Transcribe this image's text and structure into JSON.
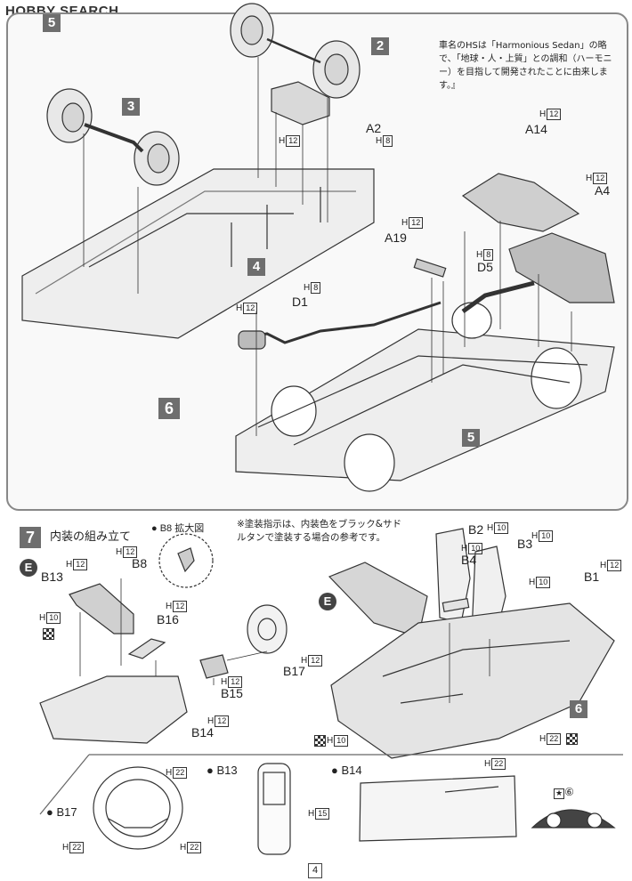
{
  "header": {
    "logo_text": "HOBBY SEARCH"
  },
  "note": {
    "text": "車名のHSは「Harmonious Sedan」の略で、「地球・人・上質」との調和（ハーモニー）を目指して開発されたことに由来します。』"
  },
  "steps": {
    "s5_top": "5",
    "s2": "2",
    "s3": "3",
    "s4": "4",
    "s6": "6",
    "s5": "5",
    "s7": "7",
    "s6_b": "6"
  },
  "parts_top": {
    "a2": "A2",
    "a14": "A14",
    "a4": "A4",
    "a19": "A19",
    "d5": "D5",
    "d1": "D1",
    "h12": "12",
    "h8": "8"
  },
  "step7": {
    "title": "内装の組み立て",
    "b8_detail": "B8 拡大図",
    "paint_note": "※塗装指示は、内装色をブラック&サドルタンで塗装する場合の参考です。",
    "e_mark": "E",
    "b13": "B13",
    "b8": "B8",
    "b16": "B16",
    "b17": "B17",
    "b15": "B15",
    "b14": "B14",
    "b2": "B2",
    "b3": "B3",
    "b4": "B4",
    "b1": "B1",
    "h10": "10",
    "h12": "12",
    "h22": "22"
  },
  "bottom": {
    "b17": "B17",
    "b13": "B13",
    "b14": "B14",
    "h22": "22",
    "h15": "15",
    "star_num": "⑥"
  },
  "page_number": "4",
  "prefix_h": "H"
}
